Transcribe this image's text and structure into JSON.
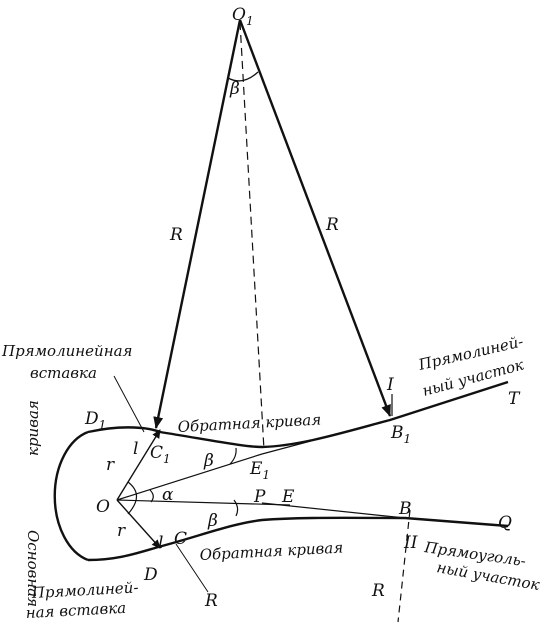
{
  "points": {
    "O1": {
      "main": "O",
      "sub": "1"
    },
    "O": "O",
    "D1": {
      "main": "D",
      "sub": "1"
    },
    "C1": {
      "main": "C",
      "sub": "1"
    },
    "E1": {
      "main": "E",
      "sub": "1"
    },
    "B1": {
      "main": "B",
      "sub": "1"
    },
    "D": "D",
    "C": "C",
    "E": "E",
    "P": "P",
    "B": "B",
    "T": "T",
    "Q": "Q"
  },
  "labels": {
    "R_left": "R",
    "R_right": "R",
    "R_lower1": "R",
    "R_lower2": "R",
    "r_upper": "r",
    "r_lower": "r",
    "l_upper": "l",
    "l_lower": "l",
    "beta_top": "β",
    "beta_mid": "β",
    "beta_low": "β",
    "alpha": "α",
    "roman_I": "I",
    "roman_II": "II"
  },
  "captions": {
    "straight_insert_top_1": "Прямолинейная",
    "straight_insert_top_2": "вставка",
    "reverse_curve_top": "Обратная кривая",
    "straight_section_top_1": "Прямолиней-",
    "straight_section_top_2": "ный участок",
    "main_curve_1": "Основная",
    "main_curve_2": "кривая",
    "reverse_curve_bottom": "Обратная кривая",
    "straight_section_bottom_1": "Прямоуголь-",
    "straight_section_bottom_2": "ный участок",
    "straight_insert_bottom_1": "Прямолиней-",
    "straight_insert_bottom_2": "ная вставка"
  }
}
